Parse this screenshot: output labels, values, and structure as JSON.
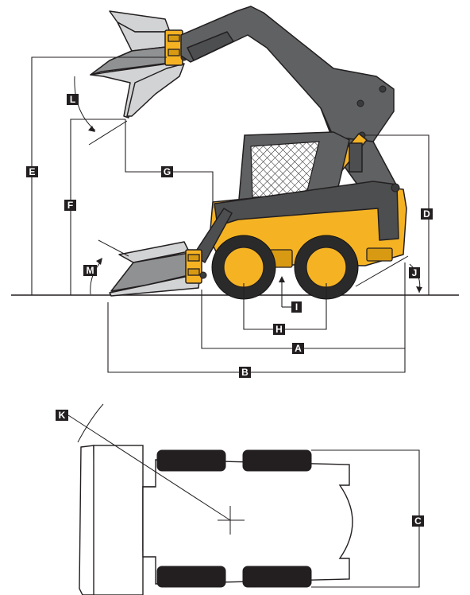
{
  "labels": {
    "A": "A",
    "B": "B",
    "C": "C",
    "D": "D",
    "E": "E",
    "F": "F",
    "G": "G",
    "H": "H",
    "I": "I",
    "J": "J",
    "K": "K",
    "L": "L",
    "M": "M"
  },
  "colors": {
    "machine_yellow": "#f5b324",
    "boom_gray": "#5f6163",
    "bucket_gray": "#d2d3d5",
    "label_black": "#231f20"
  }
}
